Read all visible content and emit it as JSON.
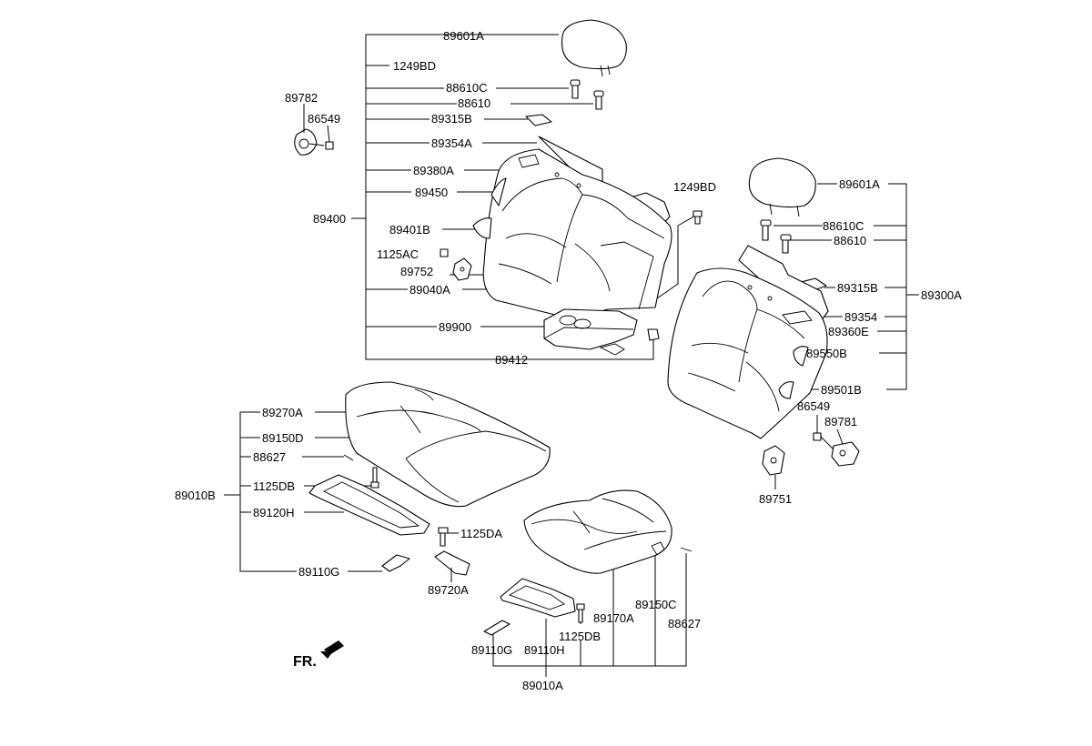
{
  "labels": {
    "rhb_headrest": "89601A",
    "rhb_clip": "1249BD",
    "rhb_guide_c": "88610C",
    "rhb_guide": "88610",
    "rhb_bracket": "89315B",
    "rhb_panel": "89354A",
    "rhb_cover": "89380A",
    "rhb_pad": "89450",
    "rhb_frame_cover": "89401B",
    "rhb_bolt": "1125AC",
    "rhb_hinge": "89752",
    "rhb_armrest": "89040A",
    "rhb_cupholder": "89900",
    "rhb_assy": "89400",
    "rhb_bushing": "89412",
    "rhb_bolt_top": "1249BD",
    "ul_bracket": "89782",
    "ul_bolt": "86549",
    "lhb_headrest": "89601A",
    "lhb_guide_c": "88610C",
    "lhb_guide": "88610",
    "lhb_bracket": "89315B",
    "lhb_assy": "89300A",
    "lhb_panel": "89354",
    "lhb_cover": "89360E",
    "lhb_pad": "89550B",
    "lhb_frame": "89501B",
    "lhb_bolt": "86549",
    "lhb_hinge_r": "89781",
    "lhb_hinge_l": "89751",
    "rc_cover": "89270A",
    "rc_pad": "89150D",
    "rc_clip": "88627",
    "rc_bolt": "1125DB",
    "rc_frame": "89120H",
    "rc_hook": "89110G",
    "rc_assy": "89010B",
    "ctr_bolt": "1125DA",
    "ctr_bracket": "89720A",
    "lc_hook": "89110G",
    "lc_frame": "89110H",
    "lc_bolt": "1125DB",
    "lc_cover": "89170A",
    "lc_pad": "89150C",
    "lc_clip": "88627",
    "lc_assy": "89010A",
    "front_marker": "FR."
  }
}
